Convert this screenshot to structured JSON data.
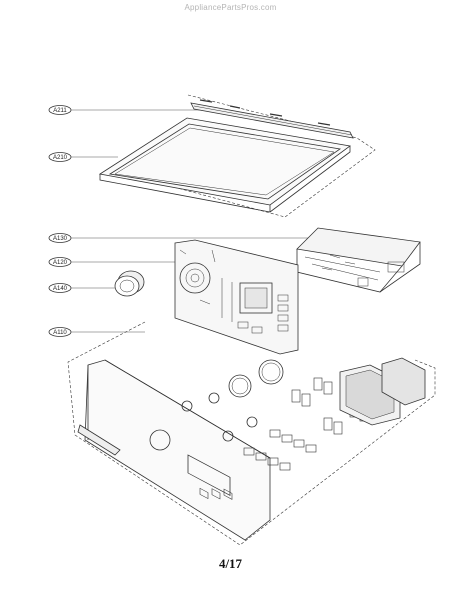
{
  "watermark": "AppliancePartsPros.com",
  "page_number": "4/17",
  "callouts": [
    {
      "id": "A211",
      "text": "A211"
    },
    {
      "id": "A210",
      "text": "A210"
    },
    {
      "id": "A130",
      "text": "A130"
    },
    {
      "id": "A120",
      "text": "A120"
    },
    {
      "id": "A140",
      "text": "A140"
    },
    {
      "id": "A110",
      "text": "A110"
    }
  ]
}
